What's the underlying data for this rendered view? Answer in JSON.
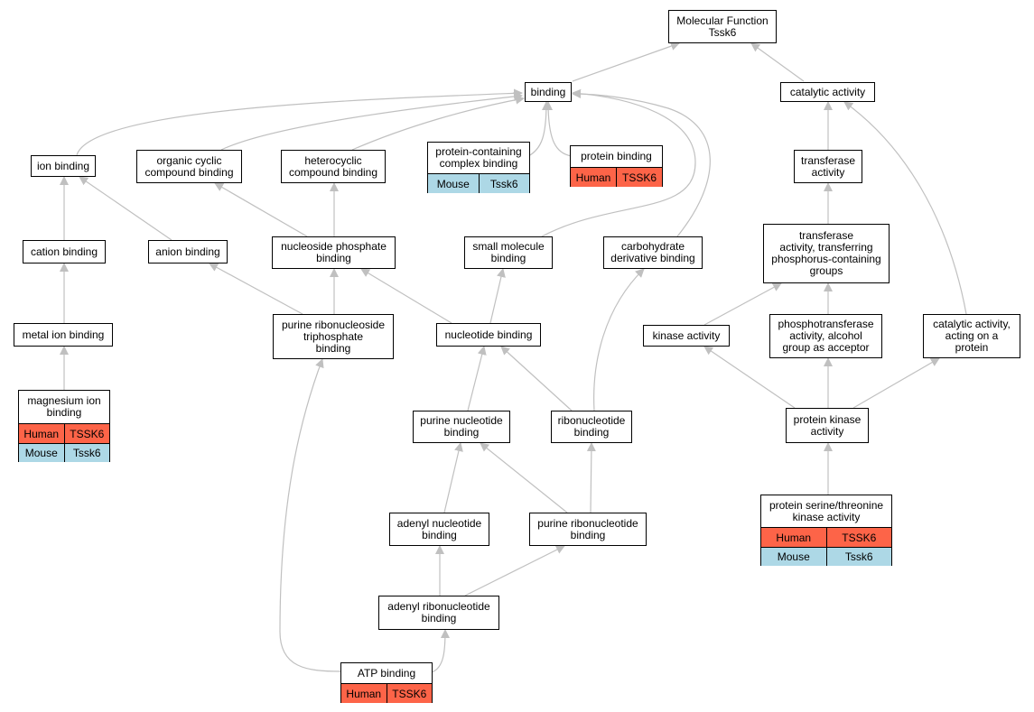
{
  "colors": {
    "human": "#fd6448",
    "mouse": "#add8e6",
    "edge": "#c0c0c0"
  },
  "nodes": {
    "mf": {
      "label": "Molecular Function\nTssk6"
    },
    "binding": {
      "label": "binding"
    },
    "catalytic": {
      "label": "catalytic activity"
    },
    "ion": {
      "label": "ion binding"
    },
    "organic": {
      "label": "organic cyclic\ncompound binding"
    },
    "heterocyclic": {
      "label": "heterocyclic\ncompound binding"
    },
    "complex": {
      "label": "protein-containing\ncomplex binding",
      "rows": [
        [
          "Mouse",
          "Tssk6"
        ]
      ]
    },
    "protein": {
      "label": "protein binding",
      "rows": [
        [
          "Human",
          "TSSK6"
        ]
      ]
    },
    "transferase": {
      "label": "transferase\nactivity"
    },
    "cation": {
      "label": "cation binding"
    },
    "anion": {
      "label": "anion binding"
    },
    "nucphos": {
      "label": "nucleoside phosphate\nbinding"
    },
    "smallmol": {
      "label": "small molecule\nbinding"
    },
    "carbo": {
      "label": "carbohydrate\nderivative binding"
    },
    "transphos": {
      "label": "transferase\nactivity, transferring\nphosphorus-containing\ngroups"
    },
    "metal": {
      "label": "metal ion binding"
    },
    "purtri": {
      "label": "purine ribonucleoside\ntriphosphate\nbinding"
    },
    "nucleotide": {
      "label": "nucleotide binding"
    },
    "kinase": {
      "label": "kinase activity"
    },
    "phosphotrans": {
      "label": "phosphotransferase\nactivity, alcohol\ngroup as acceptor"
    },
    "catprot": {
      "label": "catalytic activity,\nacting on a\nprotein"
    },
    "magnesium": {
      "label": "magnesium ion\nbinding",
      "rows": [
        [
          "Human",
          "TSSK6"
        ],
        [
          "Mouse",
          "Tssk6"
        ]
      ]
    },
    "purnuc": {
      "label": "purine nucleotide\nbinding"
    },
    "ribonuc": {
      "label": "ribonucleotide\nbinding"
    },
    "protkinase": {
      "label": "protein kinase\nactivity"
    },
    "adenylnuc": {
      "label": "adenyl nucleotide\nbinding"
    },
    "purribo": {
      "label": "purine ribonucleotide\nbinding"
    },
    "serthr": {
      "label": "protein serine/threonine\nkinase activity",
      "rows": [
        [
          "Human",
          "TSSK6"
        ],
        [
          "Mouse",
          "Tssk6"
        ]
      ]
    },
    "adenylribo": {
      "label": "adenyl ribonucleotide\nbinding"
    },
    "atp": {
      "label": "ATP binding",
      "rows": [
        [
          "Human",
          "TSSK6"
        ]
      ]
    }
  }
}
